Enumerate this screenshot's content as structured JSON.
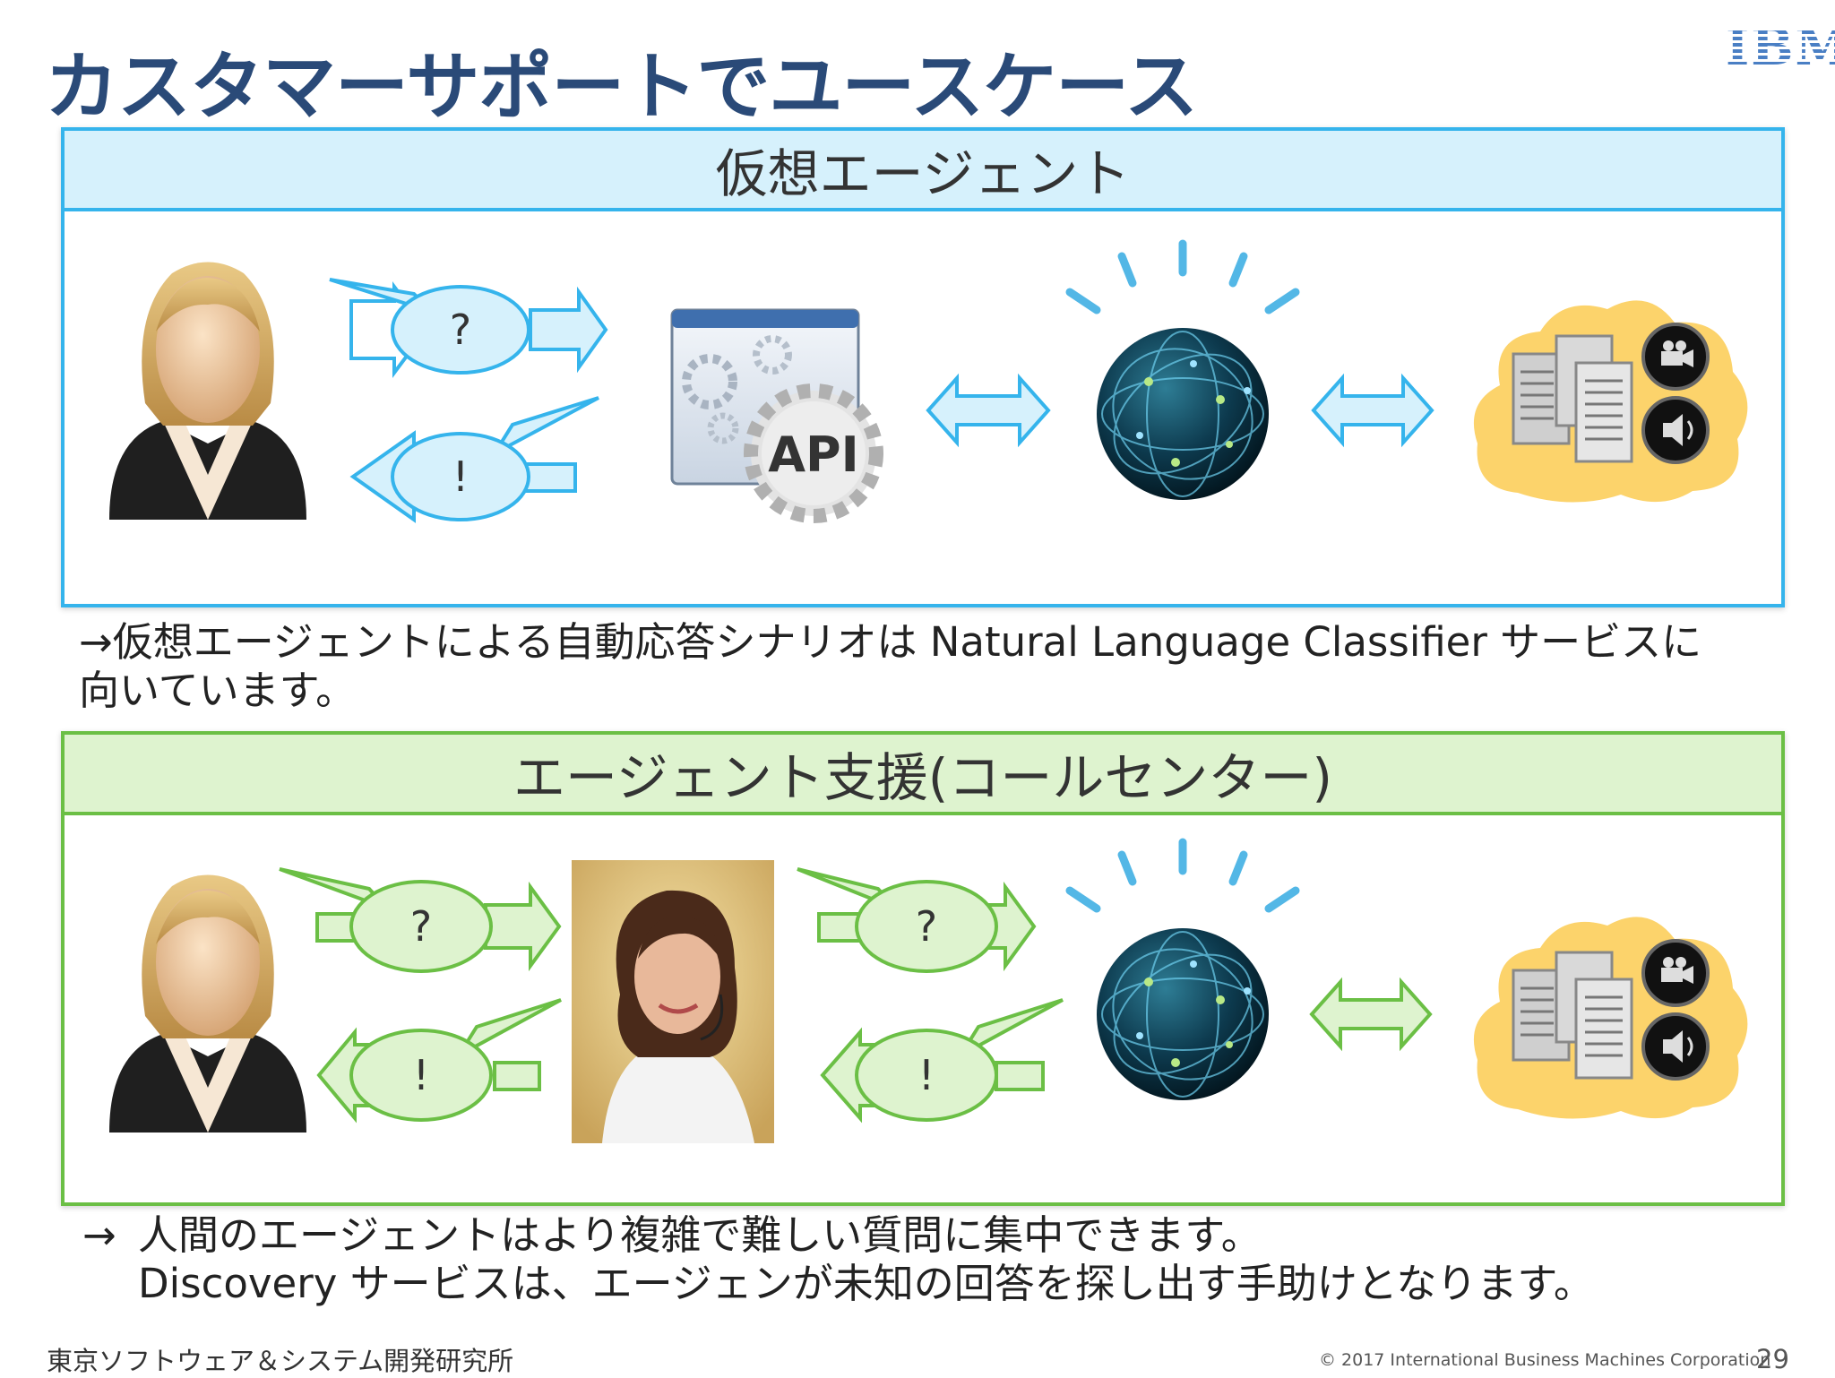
{
  "slide": {
    "title": "カスタマーサポートでユースケース",
    "logo": "IBM",
    "section1": {
      "heading": "仮想エージェント",
      "question_mark": "?",
      "answer_mark": "!",
      "api_label": "API",
      "note_line1": "→仮想エージェントによる自動応答シナリオは Natural Language Classifier サービスに",
      "note_line2": "向いています。"
    },
    "section2": {
      "heading": "エージェント支援(コールセンター)",
      "question_mark": "?",
      "answer_mark": "!",
      "note_arrow": "→",
      "note_line1": "人間のエージェントはより複雑で難しい質問に集中できます。",
      "note_line2": "Discovery サービスは、エージェンが未知の回答を探し出す手助けとなります。"
    },
    "footer": {
      "org": "東京ソフトウェア＆システム開発研究所",
      "copyright": "© 2017 International Business Machines Corporation",
      "page": "29"
    },
    "colors": {
      "title": "#2a4a78",
      "blue_accent": "#35b4ec",
      "green_accent": "#6bbf45",
      "cloud": "#fcd36b"
    },
    "icons": [
      "user-avatar-icon",
      "speech-bubble-icon",
      "api-gear-icon",
      "watson-globe-icon",
      "documents-cloud-icon",
      "agent-photo",
      "double-arrow-icon"
    ]
  }
}
